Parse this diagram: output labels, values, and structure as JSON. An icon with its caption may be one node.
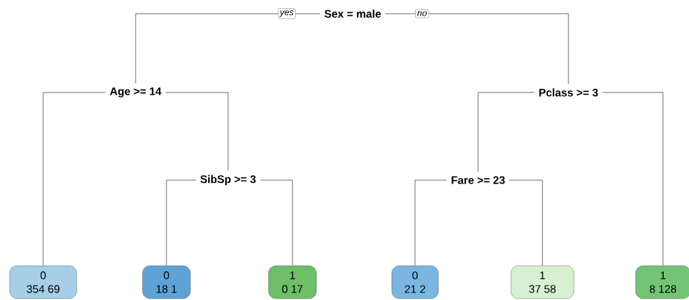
{
  "diagram": {
    "nodes": [
      {
        "text": [
          "Sex = male"
        ]
      },
      {
        "text": [
          "Age >= 14"
        ]
      },
      {
        "text": [
          "Pclass >= 3"
        ]
      },
      {
        "text": [
          "SibSp >= 3"
        ]
      },
      {
        "text": [
          "Fare >= 23"
        ]
      },
      {
        "text": [
          "0",
          "354 69"
        ]
      },
      {
        "text": [
          "0",
          "18 1"
        ]
      },
      {
        "text": [
          "1",
          "0 17"
        ]
      },
      {
        "text": [
          "0",
          "21 2"
        ]
      },
      {
        "text": [
          "1",
          "37 58"
        ]
      },
      {
        "text": [
          "1",
          "8 128"
        ]
      }
    ],
    "edges": [
      {
        "from": 0,
        "to": 1,
        "arrow": "none",
        "label": "yes"
      },
      {
        "from": 0,
        "to": 2,
        "arrow": "none",
        "label": "no"
      },
      {
        "from": 1,
        "to": 5,
        "arrow": "none"
      },
      {
        "from": 1,
        "to": 3,
        "arrow": "none"
      },
      {
        "from": 3,
        "to": 6,
        "arrow": "none"
      },
      {
        "from": 3,
        "to": 7,
        "arrow": "none"
      },
      {
        "from": 2,
        "to": 4,
        "arrow": "none"
      },
      {
        "from": 2,
        "to": 10,
        "arrow": "none"
      },
      {
        "from": 4,
        "to": 8,
        "arrow": "none"
      },
      {
        "from": 4,
        "to": 9,
        "arrow": "none"
      }
    ]
  }
}
